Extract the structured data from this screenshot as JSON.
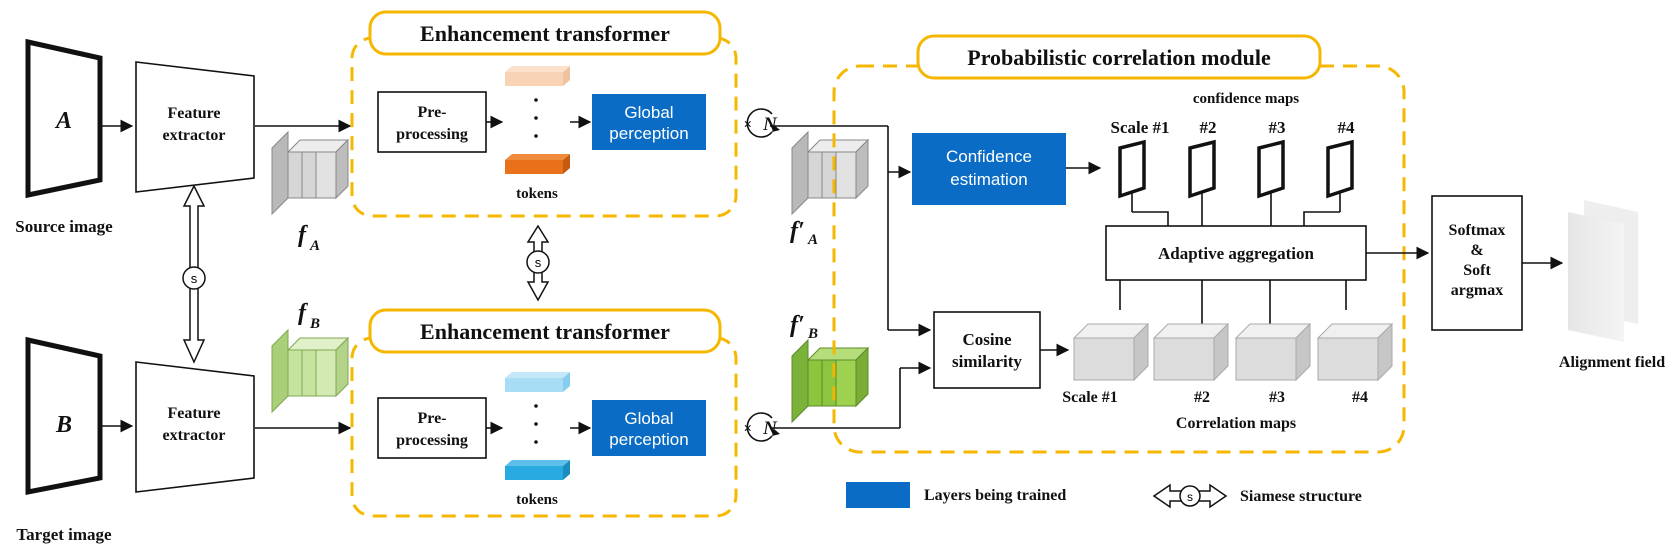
{
  "inputs": {
    "source_letter": "A",
    "source_caption": "Source image",
    "target_letter": "B",
    "target_caption": "Target image"
  },
  "feature_extractor": {
    "top_label_line1": "Feature",
    "top_label_line2": "extractor",
    "bottom_label_line1": "Feature",
    "bottom_label_line2": "extractor",
    "siamese_symbol": "s"
  },
  "features": {
    "fA_letter": "f",
    "fA_sub": "A",
    "fB_letter": "f",
    "fB_sub": "B",
    "fA_prime_letter": "f′",
    "fA_prime_sub": "A",
    "fB_prime_letter": "f′",
    "fB_prime_sub": "B"
  },
  "enhancement_top": {
    "title": "Enhancement transformer",
    "pre_line1": "Pre-",
    "pre_line2": "processing",
    "tokens_label": "tokens",
    "global_line1": "Global",
    "global_line2": "perception",
    "repeat_times": "×",
    "repeat_n": "N"
  },
  "enhancement_bottom": {
    "title": "Enhancement transformer",
    "pre_line1": "Pre-",
    "pre_line2": "processing",
    "tokens_label": "tokens",
    "global_line1": "Global",
    "global_line2": "perception",
    "repeat_times": "×",
    "repeat_n": "N"
  },
  "middle_siamese_symbol": "s",
  "pcm": {
    "title": "Probabilistic correlation module",
    "confidence_line1": "Confidence",
    "confidence_line2": "estimation",
    "confidence_maps_label": "confidence maps",
    "scale_labels_top": [
      "Scale  #1",
      "#2",
      "#3",
      "#4"
    ],
    "adaptive_aggregation": "Adaptive aggregation",
    "cosine_line1": "Cosine",
    "cosine_line2": "similarity",
    "scale_labels_bottom": [
      "Scale  #1",
      "#2",
      "#3",
      "#4"
    ],
    "correlation_maps_label": "Correlation maps"
  },
  "output": {
    "softmax_line1": "Softmax",
    "softmax_line2": "&",
    "softmax_line3": "Soft",
    "softmax_line4": "argmax",
    "alignment_label": "Alignment field"
  },
  "legend": {
    "trained_label": "Layers being trained",
    "siamese_symbol": "s",
    "siamese_label": "Siamese structure"
  },
  "colors": {
    "trained_blue": "#0a6cc5",
    "dash_orange": "#f5b700",
    "token_orange": "#e8711a",
    "token_orange_light": "#f9d3b5",
    "token_blue": "#29abe2",
    "token_blue_light": "#a7ddf5",
    "feature_green": "#8cc63f",
    "feature_green_light": "#c7e3a0",
    "feature_gray": "#c8c8c8"
  }
}
